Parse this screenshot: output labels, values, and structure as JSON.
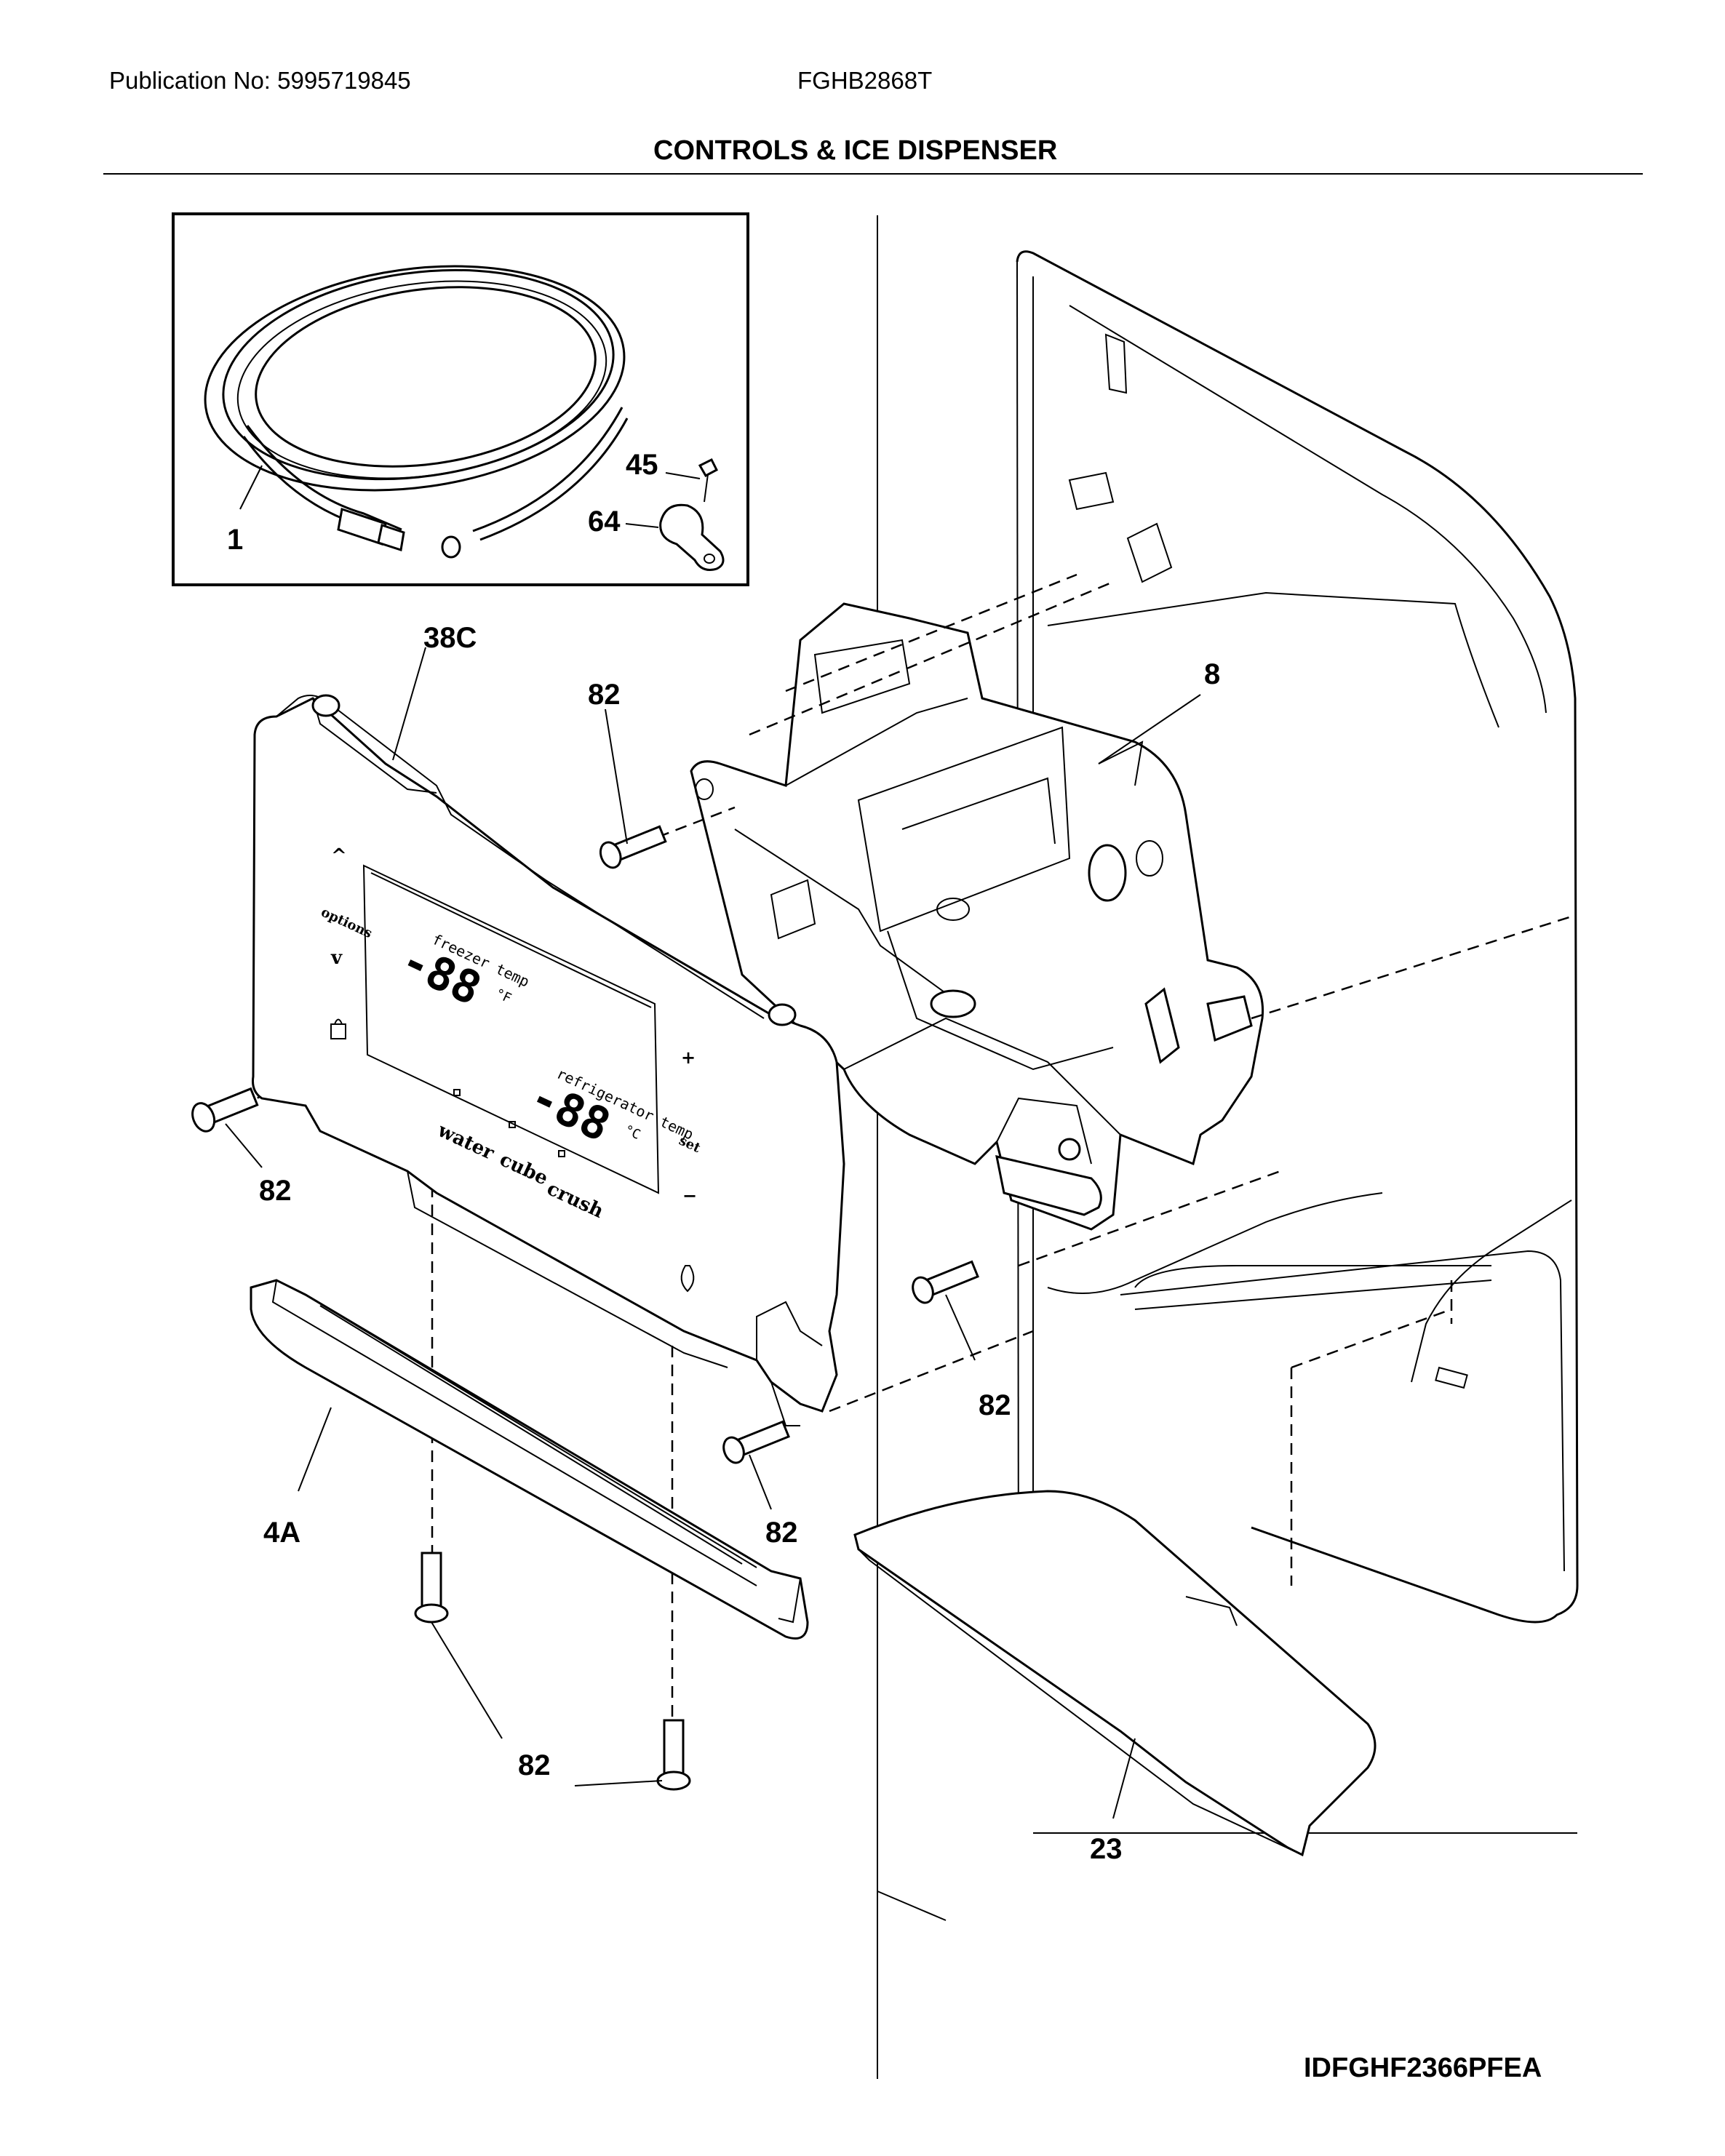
{
  "header": {
    "publication": "Publication No: 5995719845",
    "model": "FGHB2868T",
    "title": "CONTROLS & ICE DISPENSER"
  },
  "footer": {
    "diagram_id": "IDFGHF2366PFEA"
  },
  "callouts": {
    "c1": "1",
    "c45": "45",
    "c64": "64",
    "c38c": "38C",
    "c8": "8",
    "c82a": "82",
    "c82b": "82",
    "c82c": "82",
    "c82d": "82",
    "c82e": "82",
    "c4a": "4A",
    "c23": "23"
  },
  "panel": {
    "up": "^",
    "options": "options",
    "down": "v",
    "freezer_temp": "freezer temp",
    "fridge_temp": "refrigerator temp",
    "freezer_reading": "-88",
    "fridge_reading": "-88",
    "unit_f": "°F",
    "unit_c": "°C",
    "water": "water",
    "cube": "cube",
    "crush": "crush",
    "plus": "+",
    "set": "set",
    "minus": "−"
  }
}
